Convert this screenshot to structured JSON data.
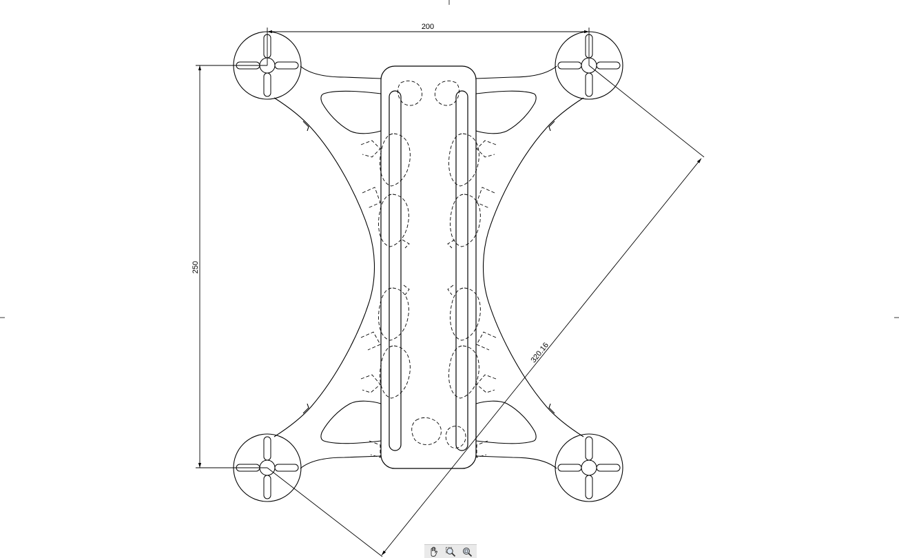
{
  "drawing": {
    "dimensions": {
      "horizontal": "200",
      "vertical": "250",
      "diagonal": "320.16"
    }
  },
  "toolbar": {
    "tools": [
      {
        "icon": "pan-hand-icon"
      },
      {
        "icon": "zoom-window-icon"
      },
      {
        "icon": "zoom-extents-icon"
      }
    ]
  }
}
